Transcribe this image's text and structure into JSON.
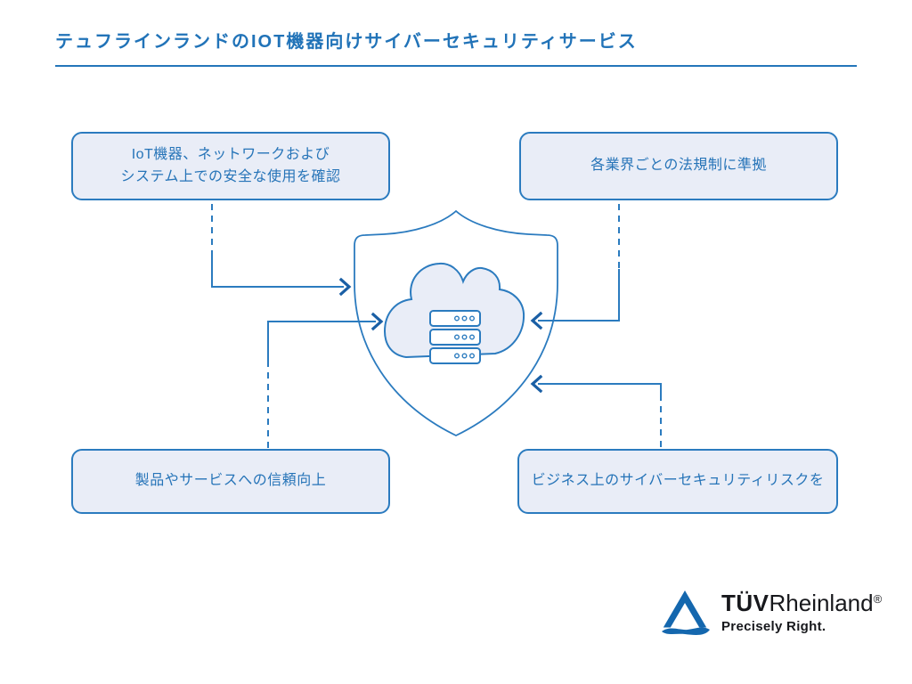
{
  "title": "テュフラインランドのIOT機器向けサイバーセキュリティサービス",
  "boxes": {
    "top_left": {
      "line1": "IoT機器、ネットワークおよび",
      "line2": "システム上での安全な使用を確認"
    },
    "top_right": {
      "label": "各業界ごとの法規制に準拠"
    },
    "bottom_left": {
      "label": "製品やサービスへの信頼向上"
    },
    "bottom_right": {
      "label": "ビジネス上のサイバーセキュリティリスクを"
    }
  },
  "center_icon": "shield-with-cloud-servers",
  "logo": {
    "brand_bold": "TÜV",
    "brand_regular": "Rheinland",
    "registered": "®",
    "tagline": "Precisely Right."
  },
  "colors": {
    "accent_blue": "#2b7bbf",
    "title_blue": "#2173b8",
    "box_fill": "#e9edf7",
    "box_text": "#2674b8",
    "arrow_dark_blue": "#1a5fa5",
    "logo_blue": "#1467ae",
    "logo_text": "#17181c"
  }
}
